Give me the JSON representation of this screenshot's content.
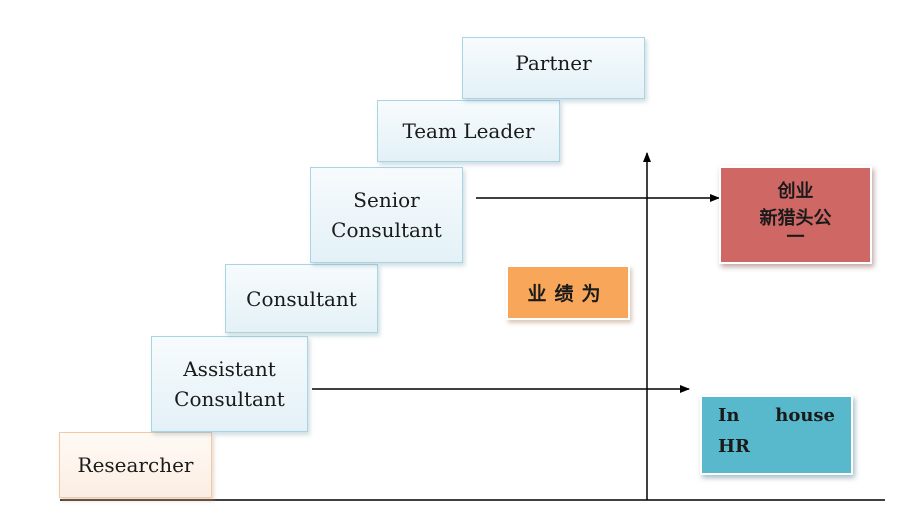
{
  "ladder": {
    "researcher": "Researcher",
    "assistant_consultant": [
      "Assistant",
      "Consultant"
    ],
    "consultant": "Consultant",
    "senior_consultant": [
      "Senior",
      "Consultant"
    ],
    "team_leader": "Team Leader",
    "partner": "Partner"
  },
  "labels": {
    "orange": "业绩为",
    "red": [
      "创业",
      "新猎头公",
      "一"
    ],
    "blue": [
      "In",
      "house",
      "HR"
    ]
  },
  "colors": {
    "step_fill": "#e3f1f7",
    "step_border": "#a9d4e4",
    "researcher_fill": "#fbeee2",
    "researcher_border": "#f1c9a6",
    "orange": "#f7a65a",
    "red": "#cf6864",
    "blue": "#58b9cd",
    "line": "#000000"
  }
}
